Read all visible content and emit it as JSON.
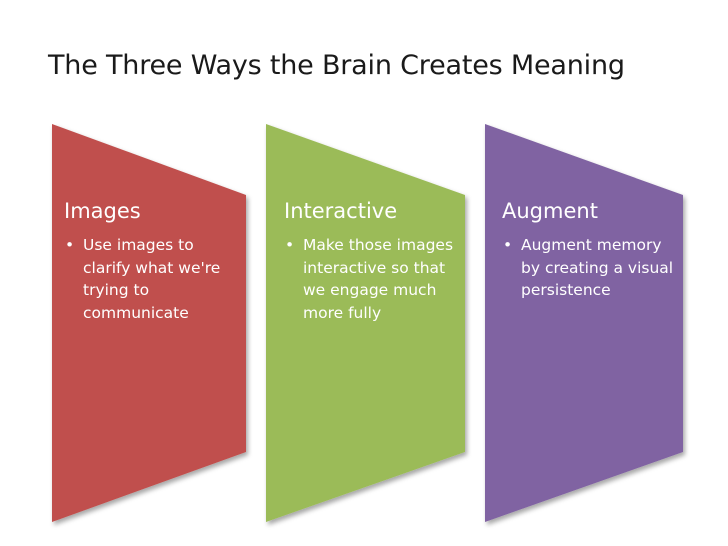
{
  "title": "The Three Ways the Brain Creates Meaning",
  "colors": {
    "images": "#c0504d",
    "interactive": "#9bbb59",
    "augment": "#8064a2",
    "text": "#ffffff",
    "title_text": "#1a1a1a"
  },
  "steps": [
    {
      "heading": "Images",
      "bullet_symbol": "•",
      "bullet": "Use images to clarify what we're trying to communicate"
    },
    {
      "heading": "Interactive",
      "bullet_symbol": "•",
      "bullet": "Make those images interactive so that we engage much more fully"
    },
    {
      "heading": "Augment",
      "bullet_symbol": "•",
      "bullet": "Augment memory by creating a visual persistence"
    }
  ]
}
